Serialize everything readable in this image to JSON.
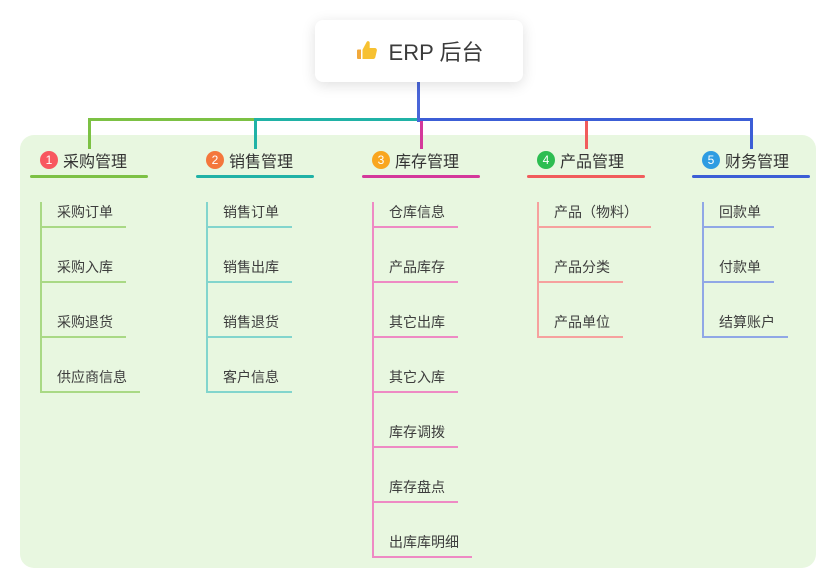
{
  "root": {
    "label": "ERP 后台",
    "icon": "thumbs-up"
  },
  "branches": [
    {
      "badge": "1",
      "label": "采购管理",
      "badge_color": "#f8575f",
      "line_color": "#7cc144",
      "child_line_color": "#a9d985",
      "children": [
        "采购订单",
        "采购入库",
        "采购退货",
        "供应商信息"
      ]
    },
    {
      "badge": "2",
      "label": "销售管理",
      "badge_color": "#f4773c",
      "line_color": "#20b2a6",
      "child_line_color": "#82d5cd",
      "children": [
        "销售订单",
        "销售出库",
        "销售退货",
        "客户信息"
      ]
    },
    {
      "badge": "3",
      "label": "库存管理",
      "badge_color": "#f9a61f",
      "line_color": "#d4399b",
      "child_line_color": "#ee8ac4",
      "children": [
        "仓库信息",
        "产品库存",
        "其它出库",
        "其它入库",
        "库存调拨",
        "库存盘点",
        "出库库明细"
      ]
    },
    {
      "badge": "4",
      "label": "产品管理",
      "badge_color": "#2dbd51",
      "line_color": "#f15c5c",
      "child_line_color": "#f6a19e",
      "children": [
        "产品（物料）",
        "产品分类",
        "产品单位"
      ]
    },
    {
      "badge": "5",
      "label": "财务管理",
      "badge_color": "#2e9ce2",
      "line_color": "#3c5ed6",
      "child_line_color": "#90a7e6",
      "children": [
        "回款单",
        "付款单",
        "结算账户"
      ]
    }
  ],
  "colors": {
    "page_bg": "#ffffff",
    "canvas_bg": "#e8f7e0",
    "root_card_bg": "#ffffff",
    "root_text": "#3b3b3b",
    "root_connector": "#4a66d9",
    "node_text": "#333333",
    "child_text": "#3d3d3d",
    "thumb_icon": "#f7c131"
  }
}
